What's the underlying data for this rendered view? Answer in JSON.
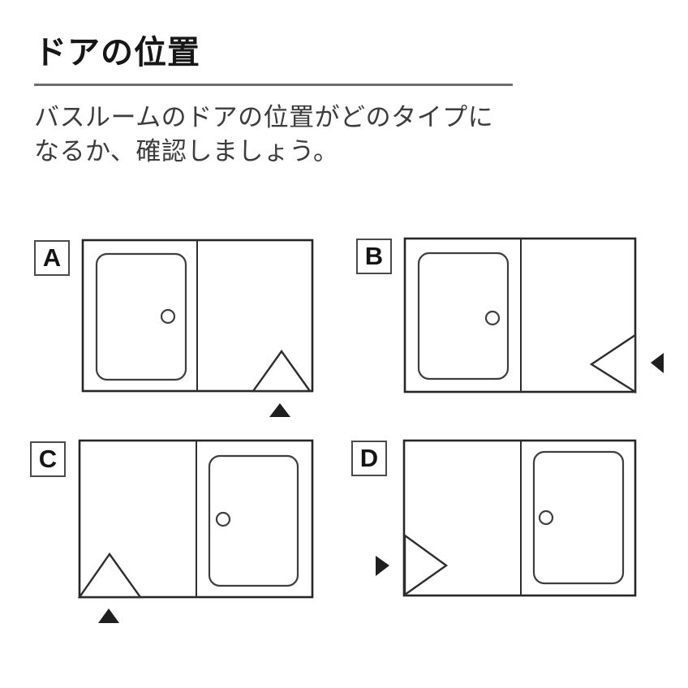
{
  "header": {
    "title": "ドアの位置",
    "description_line1": "バスルームのドアの位置がどのタイプに",
    "description_line2": "なるか、確認しましょう。"
  },
  "diagrams": [
    {
      "label": "A",
      "bathtub_side": "left",
      "door_position": "bottom-right",
      "entry_arrow_direction": "up"
    },
    {
      "label": "B",
      "bathtub_side": "left",
      "door_position": "right-wall",
      "entry_arrow_direction": "left"
    },
    {
      "label": "C",
      "bathtub_side": "right",
      "door_position": "bottom-left",
      "entry_arrow_direction": "up"
    },
    {
      "label": "D",
      "bathtub_side": "right",
      "door_position": "left-wall",
      "entry_arrow_direction": "right"
    }
  ],
  "colors": {
    "line": "#262626",
    "title_text": "#171717",
    "body_text": "#3c3c3c",
    "rule": "#6e6e6e",
    "arrow_fill": "#1f1f1f"
  }
}
